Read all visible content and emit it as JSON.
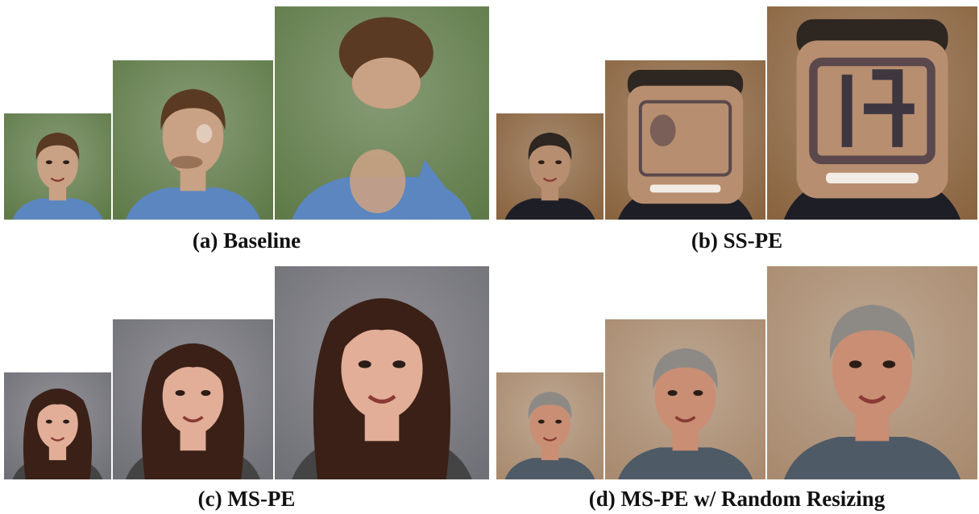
{
  "figure": {
    "panels": [
      {
        "id": "a",
        "caption": "(a) Baseline",
        "images": [
          {
            "description": "small-scale generated face, man with short brown hair, green background",
            "face_state": "normal"
          },
          {
            "description": "mid-scale generated face with blurred facial features",
            "face_state": "blurred"
          },
          {
            "description": "large-scale generated image where the face is split apart over green background",
            "face_state": "split"
          }
        ],
        "colors": {
          "background": "#5f7a48",
          "skin": "#c9a184",
          "hair": "#5a3a22",
          "shirt": "#5b86c0"
        }
      },
      {
        "id": "b",
        "caption": "(b) SS-PE",
        "images": [
          {
            "description": "small-scale generated face, smiling man with dark hair, wooden background",
            "face_state": "normal"
          },
          {
            "description": "mid-scale generated face stretched into a square shape",
            "face_state": "square"
          },
          {
            "description": "large-scale generated face with heavy square artifacts",
            "face_state": "artifact"
          }
        ],
        "colors": {
          "background": "#8a6440",
          "skin": "#b88e70",
          "hair": "#2e2620",
          "shirt": "#1e1e26"
        }
      },
      {
        "id": "c",
        "caption": "(c) MS-PE",
        "images": [
          {
            "description": "small-scale generated face, smiling woman with long brown hair",
            "face_state": "normal"
          },
          {
            "description": "mid-scale generated face, smiling woman",
            "face_state": "normal"
          },
          {
            "description": "large-scale generated face, smiling woman",
            "face_state": "normal"
          }
        ],
        "colors": {
          "background": "#6f6f76",
          "skin": "#e2ae98",
          "hair": "#3a2016",
          "shirt": "#444444"
        }
      },
      {
        "id": "d",
        "caption": "(d) MS-PE w/ Random Resizing",
        "images": [
          {
            "description": "small-scale generated face, older man with gray hair in a suit",
            "face_state": "normal"
          },
          {
            "description": "mid-scale generated face, older man with gray hair",
            "face_state": "normal"
          },
          {
            "description": "large-scale generated face, older man with gray hair",
            "face_state": "normal"
          }
        ],
        "colors": {
          "background": "#a88a6e",
          "skin": "#c98e74",
          "hair": "#8d8a86",
          "shirt": "#4e5a66"
        }
      }
    ]
  }
}
